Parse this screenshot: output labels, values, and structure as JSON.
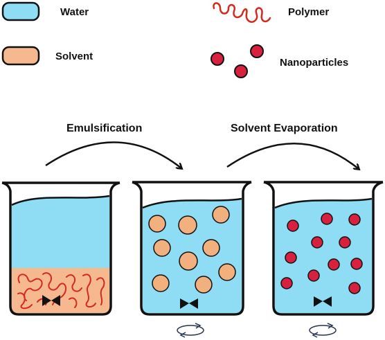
{
  "legend": {
    "water": "Water",
    "solvent": "Solvent",
    "polymer": "Polymer",
    "nanoparticles": "Nanoparticles"
  },
  "steps": {
    "emulsification": "Emulsification",
    "evaporation": "Solvent Evaporation"
  },
  "colors": {
    "water": "#8fdcf5",
    "solvent": "#f6b88f",
    "polymer": "#d42a1e",
    "nanoparticle": "#d8203f",
    "droplet": "#f2b07e",
    "outline": "#111111",
    "stir_arrow": "#24324f"
  },
  "icons": {
    "polymer": "squiggle-polymer-icon",
    "nanoparticle": "red-dot-icon",
    "stir_bar": "bowtie-stir-bar-icon",
    "rotation": "circular-rotation-icon"
  }
}
